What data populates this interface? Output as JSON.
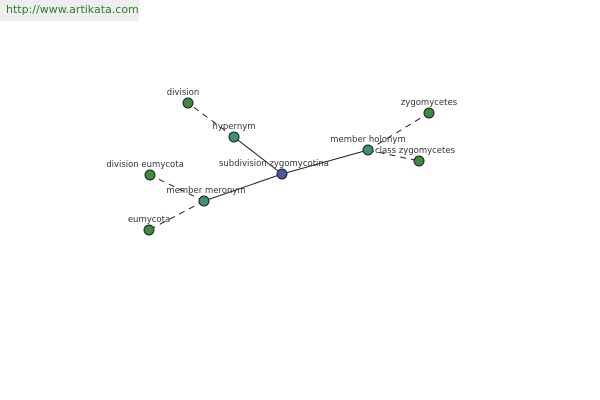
{
  "banner": {
    "url_text": "http://www.artikata.com"
  },
  "graph": {
    "center": {
      "label": "subdivision zygomycotina",
      "color": "#4a5aa0"
    },
    "relations": [
      {
        "key": "hypernym",
        "label": "hypernym",
        "color": "#3f8f7f",
        "targets": [
          {
            "label": "division",
            "color": "#3f8a3f"
          }
        ]
      },
      {
        "key": "member-holonym",
        "label": "member holonym",
        "color": "#3f8f7f",
        "targets": [
          {
            "label": "zygomycetes",
            "color": "#3f8a3f"
          },
          {
            "label": "class zygomycetes",
            "color": "#3f8a3f"
          }
        ]
      },
      {
        "key": "member-meronym",
        "label": "member meronym",
        "color": "#3f8f7f",
        "targets": [
          {
            "label": "division eumycota",
            "color": "#3f8a3f"
          },
          {
            "label": "eumycota",
            "color": "#3f8a3f"
          }
        ]
      }
    ]
  }
}
